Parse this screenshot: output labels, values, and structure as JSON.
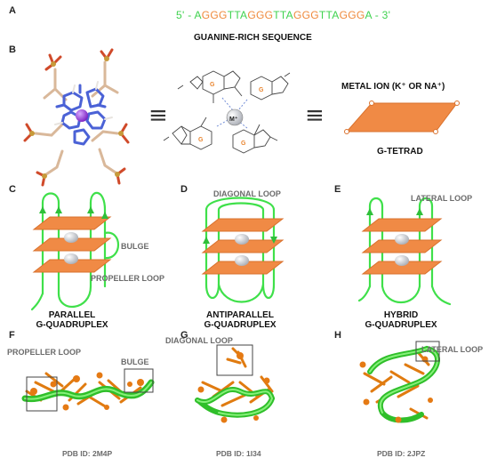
{
  "panels": {
    "A": "A",
    "B": "B",
    "C": "C",
    "D": "D",
    "E": "E",
    "F": "F",
    "G": "G",
    "H": "H"
  },
  "sequence": {
    "prefix": "5' - A",
    "segments": [
      {
        "text": "GGG",
        "kind": "guanine"
      },
      {
        "text": "TTA",
        "kind": "other"
      },
      {
        "text": "GGG",
        "kind": "guanine"
      },
      {
        "text": "TTA",
        "kind": "other"
      },
      {
        "text": "GGG",
        "kind": "guanine"
      },
      {
        "text": "TTA",
        "kind": "other"
      },
      {
        "text": "GGG",
        "kind": "guanine"
      }
    ],
    "suffix": "A - 3'",
    "caption": "GUANINE-RICH SEQUENCE"
  },
  "tetrad": {
    "metal_label": "METAL ION (K⁺ OR NA⁺)",
    "caption": "G-TETRAD",
    "ion_symbol": "M⁺",
    "base_letter": "G",
    "equivalence": "≡"
  },
  "schematics": {
    "bulge": "BULGE",
    "propeller_loop": "PROPELLER LOOP",
    "diagonal_loop": "DIAGONAL LOOP",
    "lateral_loop": "LATERAL LOOP",
    "parallel": {
      "line1": "PARALLEL",
      "line2": "G-QUADRUPLEX"
    },
    "antiparallel": {
      "line1": "ANTIPARALLEL",
      "line2": "G-QUADRUPLEX"
    },
    "hybrid": {
      "line1": "HYBRID",
      "line2": "G-QUADRUPLEX"
    }
  },
  "structures": {
    "f_propeller": "PROPELLER LOOP",
    "f_bulge": "BULGE",
    "g_diagonal": "DIAGONAL LOOP",
    "h_lateral": "LATERAL LOOP",
    "pdb_f": "PDB ID: 2M4P",
    "pdb_g": "PDB ID: 1I34",
    "pdb_h": "PDB ID: 2JPZ"
  },
  "colors": {
    "guanine": "#ef8a3c",
    "strand": "#3fe04a",
    "tetrad_fill": "#f08a45",
    "ion": "#c9ccd2",
    "ion_purple": "#8a34c9",
    "text_gray": "#6b6b6b"
  }
}
